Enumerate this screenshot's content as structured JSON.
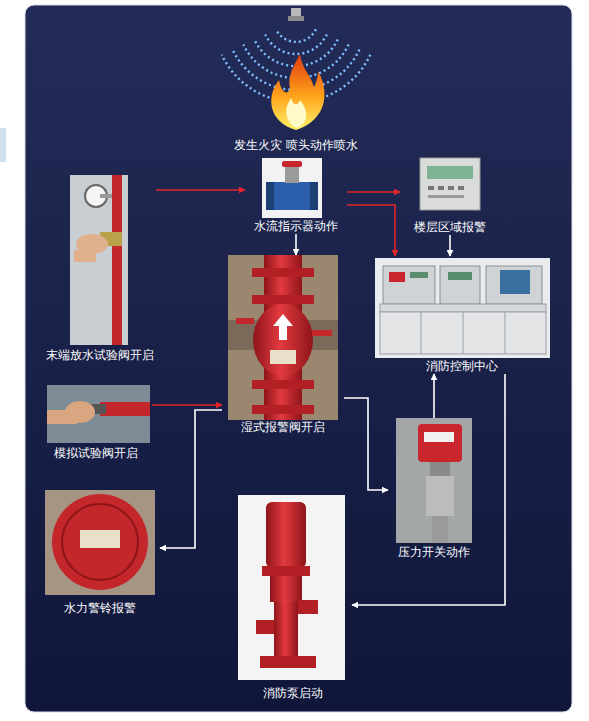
{
  "diagram": {
    "nodes": [
      {
        "text": [
          "发生火灾 喷头动作喷水"
        ]
      },
      {
        "text": [
          "水流指示器动作"
        ]
      },
      {
        "text": [
          "楼层区域报警"
        ]
      },
      {
        "text": [
          "末端放水试验阀开启"
        ]
      },
      {
        "text": [
          "湿式报警阀开启"
        ]
      },
      {
        "text": [
          "消防控制中心"
        ]
      },
      {
        "text": [
          "模拟试验阀开启"
        ]
      },
      {
        "text": [
          "压力开关动作"
        ]
      },
      {
        "text": [
          "水力警铃报警"
        ]
      },
      {
        "text": [
          "消防泵启动"
        ]
      }
    ],
    "edges": [
      {
        "from": 3,
        "to": 1,
        "arrow": "to"
      },
      {
        "from": 1,
        "to": 4,
        "arrow": "to"
      },
      {
        "from": 1,
        "to": 2,
        "arrow": "to"
      },
      {
        "from": 1,
        "to": 5,
        "arrow": "to"
      },
      {
        "from": 2,
        "to": 5,
        "arrow": "to"
      },
      {
        "from": 6,
        "to": 4,
        "arrow": "to"
      },
      {
        "from": 4,
        "to": 7,
        "arrow": "to"
      },
      {
        "from": 7,
        "to": 5,
        "arrow": "to"
      },
      {
        "from": 4,
        "to": 8,
        "arrow": "to"
      },
      {
        "from": 5,
        "to": 9,
        "arrow": "to"
      }
    ]
  }
}
